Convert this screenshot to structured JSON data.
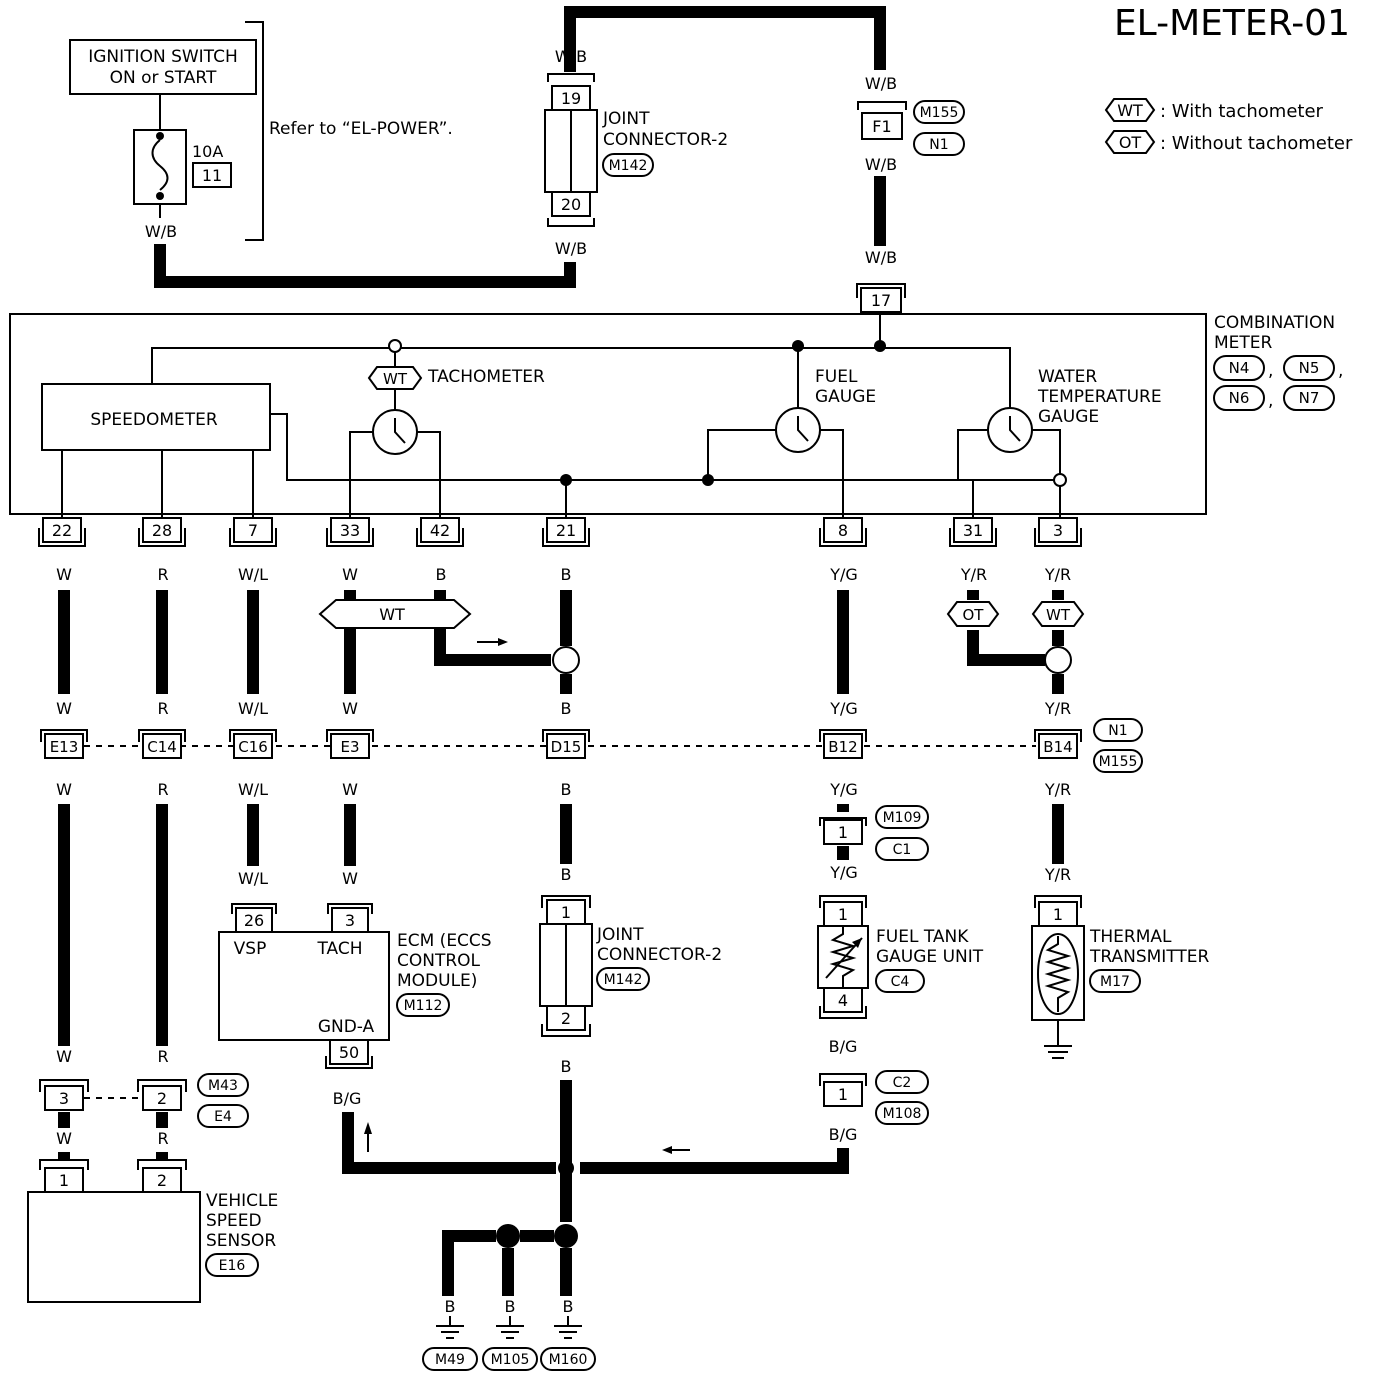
{
  "page_title": "EL-METER-01",
  "legend": {
    "wt": {
      "code": "WT",
      "text": ": With tachometer"
    },
    "ot": {
      "code": "OT",
      "text": ": Without tachometer"
    }
  },
  "ignition": {
    "line1": "IGNITION SWITCH",
    "line2": "ON or START",
    "fuse_amp": "10A",
    "fuse_no": "11",
    "refer": "Refer to “EL-POWER”."
  },
  "joint_connector_top": {
    "line1": "JOINT",
    "line2": "CONNECTOR-2",
    "conn_id": "M142",
    "pin_in": "19",
    "pin_out": "20"
  },
  "feed_connector": {
    "pin": "F1",
    "ids": [
      "M155",
      "N1"
    ]
  },
  "meter_power_pin": "17",
  "combination_meter": {
    "title1": "COMBINATION",
    "title2": "METER",
    "ids": [
      "N4",
      "N5",
      "N6",
      "N7"
    ],
    "sep": ",",
    "speedometer": "SPEEDOMETER",
    "tachometer": "TACHOMETER",
    "tach_option": "WT",
    "fuel_gauge": [
      "FUEL",
      "GAUGE"
    ],
    "water_gauge": [
      "WATER",
      "TEMPERATURE",
      "GAUGE"
    ],
    "pins": [
      "22",
      "28",
      "7",
      "33",
      "42",
      "21",
      "8",
      "31",
      "3"
    ]
  },
  "wire_colors": {
    "w": "W",
    "r": "R",
    "wl": "W/L",
    "b": "B",
    "yg": "Y/G",
    "yr": "Y/R",
    "wb": "W/B",
    "bg": "B/G"
  },
  "option_tags": {
    "wt_bus": "WT",
    "ot": "OT",
    "wt": "WT"
  },
  "inline_row": {
    "connectors": [
      "E13",
      "C14",
      "C16",
      "E3",
      "D15",
      "B12",
      "B14"
    ],
    "ids": [
      "N1",
      "M155"
    ]
  },
  "fuel_mid": {
    "pin": "1",
    "ids": [
      "M109",
      "C1"
    ]
  },
  "ecm": {
    "line1": "ECM (ECCS",
    "line2": "CONTROL",
    "line3": "MODULE)",
    "id": "M112",
    "pin_vsp": "26",
    "pin_tach": "3",
    "pin_gnd": "50",
    "lbl_vsp": "VSP",
    "lbl_tach": "TACH",
    "lbl_gnd": "GND-A"
  },
  "joint_connector_bottom": {
    "line1": "JOINT",
    "line2": "CONNECTOR-2",
    "conn_id": "M142",
    "pin_in": "1",
    "pin_out": "2"
  },
  "fuel_tank": {
    "line1": "FUEL TANK",
    "line2": "GAUGE UNIT",
    "id": "C4",
    "pin_in": "1",
    "pin_out": "4"
  },
  "fuel_low": {
    "pin": "1",
    "ids": [
      "C2",
      "M108"
    ]
  },
  "thermal": {
    "line1": "THERMAL",
    "line2": "TRANSMITTER",
    "id": "M17",
    "pin": "1"
  },
  "vss_inline": {
    "pins": [
      "3",
      "2"
    ],
    "ids": [
      "M43",
      "E4"
    ]
  },
  "vss": {
    "line1": "VEHICLE",
    "line2": "SPEED",
    "line3": "SENSOR",
    "id": "E16",
    "pins": [
      "1",
      "2"
    ]
  },
  "grounds": [
    "M49",
    "M105",
    "M160"
  ]
}
